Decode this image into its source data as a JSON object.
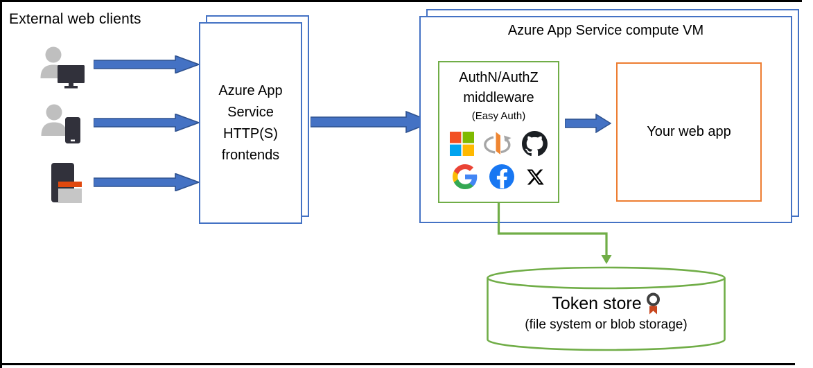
{
  "diagram": {
    "external_clients_label": "External web clients",
    "frontends_label": "Azure App Service HTTP(S) frontends",
    "compute_vm_label": "Azure App Service compute VM",
    "middleware": {
      "title": "AuthN/AuthZ middleware",
      "subtitle": "(Easy Auth)",
      "providers": [
        "microsoft",
        "openid-connect",
        "github",
        "google",
        "facebook",
        "x-twitter"
      ]
    },
    "web_app_label": "Your web app",
    "token_store": {
      "title": "Token store",
      "subtitle": "(file system or blob storage)"
    },
    "client_icons": [
      "user-with-desktop",
      "user-with-phone",
      "device-with-browser"
    ],
    "colors": {
      "arrow_blue": "#4472C4",
      "arrow_blue_border": "#2F528F",
      "box_blue": "#4472C4",
      "middleware_green": "#70AD47",
      "webapp_orange": "#ED7D31",
      "certificate_ribbon": "#C8471F"
    }
  }
}
